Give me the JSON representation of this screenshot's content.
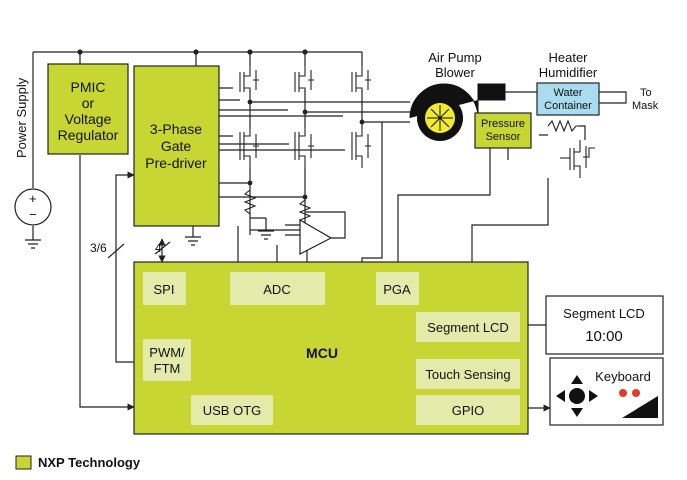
{
  "power_supply": {
    "label": "Power Supply",
    "plus": "+",
    "minus": "−"
  },
  "pmic": {
    "line1": "PMIC",
    "line2": "or",
    "line3": "Voltage",
    "line4": "Regulator"
  },
  "predriver": {
    "line1": "3-Phase",
    "line2": "Gate",
    "line3": "Pre-driver"
  },
  "bus_labels": {
    "pwm_bus": "3/6",
    "spi_bus": "4"
  },
  "air_pump": {
    "line1": "Air Pump",
    "line2": "Blower"
  },
  "heater": {
    "line1": "Heater",
    "line2": "Humidifier"
  },
  "water_container": {
    "line1": "Water",
    "line2": "Container"
  },
  "to_mask": {
    "line1": "To",
    "line2": "Mask"
  },
  "pressure_sensor": {
    "line1": "Pressure",
    "line2": "Sensor"
  },
  "mcu": {
    "title": "MCU",
    "spi": "SPI",
    "adc": "ADC",
    "pga": "PGA",
    "segment_lcd": "Segment LCD",
    "pwm_ftm_line1": "PWM/",
    "pwm_ftm_line2": "FTM",
    "touch_sensing": "Touch Sensing",
    "usb_otg": "USB OTG",
    "gpio": "GPIO"
  },
  "segment_lcd_display": {
    "title": "Segment LCD",
    "value": "10:00"
  },
  "keyboard": {
    "label": "Keyboard"
  },
  "legend": {
    "label": "NXP Technology"
  },
  "colors": {
    "nxp_green": "#c8d633",
    "light_block": "#e4ebaa",
    "water_blue": "#a9dcee",
    "led_red": "#e23b2e",
    "line": "#222222"
  }
}
